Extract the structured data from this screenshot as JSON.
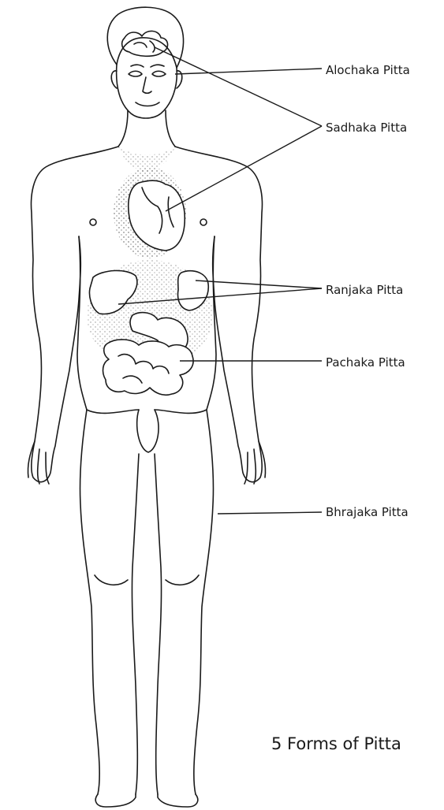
{
  "labels": {
    "alochaka": "Alochaka Pitta",
    "sadhaka": "Sadhaka Pitta",
    "ranjaka": "Ranjaka Pitta",
    "pachaka": "Pachaka Pitta",
    "bhrajaka": "Bhrajaka Pitta"
  },
  "caption": "5 Forms of Pitta",
  "colors": {
    "ink": "#1a1a1a",
    "background": "#ffffff"
  }
}
